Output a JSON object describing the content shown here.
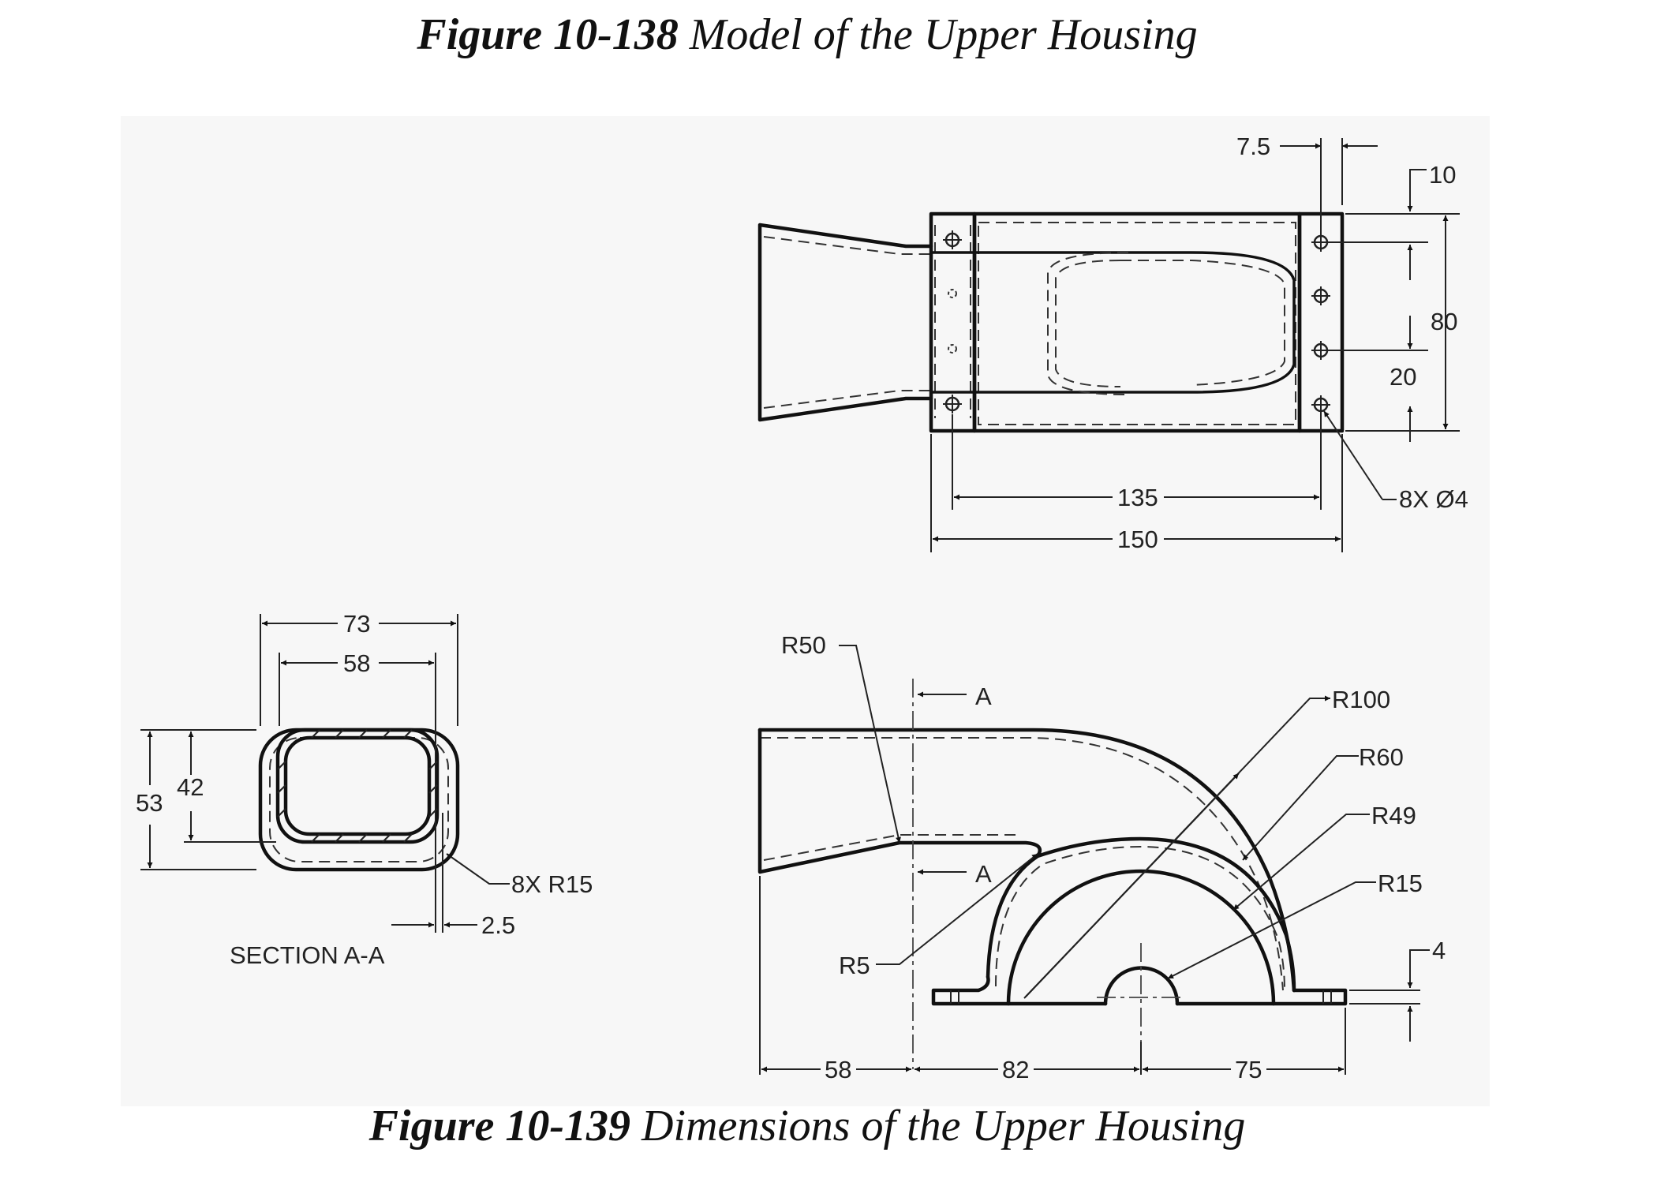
{
  "captions": {
    "top": {
      "number": "Figure 10-138",
      "text": " Model of the Upper Housing"
    },
    "bottom": {
      "number": "Figure 10-139",
      "text": " Dimensions of the Upper Housing"
    }
  },
  "labels": {
    "top_view": {
      "d_7_5": "7.5",
      "d_10": "10",
      "d_80": "80",
      "d_20": "20",
      "d_135": "135",
      "d_150": "150",
      "holes": "8X Ø4"
    },
    "section": {
      "d_73": "73",
      "d_58": "58",
      "d_53": "53",
      "d_42": "42",
      "radii": "8X R15",
      "d_2_5": "2.5",
      "title": "SECTION A-A"
    },
    "front_view": {
      "r50": "R50",
      "cut_a_top": "A",
      "cut_a_bottom": "A",
      "r100": "R100",
      "r60": "R60",
      "r49": "R49",
      "r15": "R15",
      "d_4": "4",
      "r5": "R5",
      "d_58": "58",
      "d_82": "82",
      "d_75": "75"
    }
  }
}
